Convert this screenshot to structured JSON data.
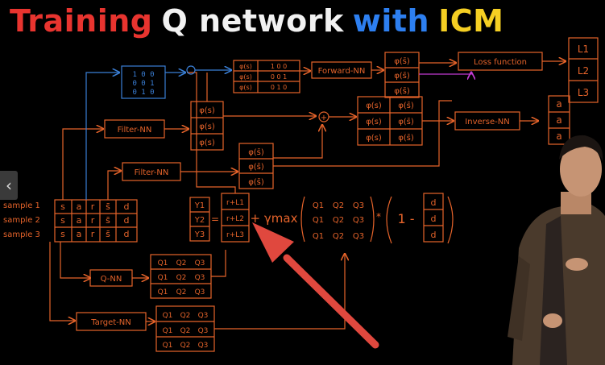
{
  "title": {
    "word1": "Training",
    "word2": "Q network",
    "word3": "with",
    "word4": "ICM"
  },
  "colors": {
    "ink": "#e5632a",
    "blue": "#3a7fd6",
    "arrow": "#e0483e",
    "magenta": "#c13bd1",
    "title_red": "#e8342f",
    "title_blue": "#2d7ff0",
    "title_yellow": "#f5cf23"
  },
  "samples": [
    "sample 1",
    "sample 2",
    "sample 3"
  ],
  "sample_table": {
    "col_s": [
      "s",
      "s",
      "s"
    ],
    "col_a": [
      "a",
      "a",
      "a"
    ],
    "col_r": [
      "r",
      "r",
      "r"
    ],
    "col_s2": [
      "s̄",
      "s̄",
      "s̄"
    ],
    "col_d": [
      "d",
      "d",
      "d"
    ]
  },
  "one_hot": {
    "rows": [
      "1 0 0",
      "0 0 1",
      "0 1 0"
    ]
  },
  "networks": {
    "filter_top": "Filter-NN",
    "filter_bottom": "Filter-NN",
    "forward": "Forward-NN",
    "inverse": "Inverse-NN",
    "q": "Q-NN",
    "target": "Target-NN"
  },
  "phi_s": [
    "φ(s)",
    "φ(s)",
    "φ(s)"
  ],
  "phi_s2": [
    "φ(s̄)",
    "φ(s̄)",
    "φ(s̄)"
  ],
  "forward_input": {
    "col_phi": [
      "φ(s)",
      "φ(s)",
      "φ(s)"
    ],
    "col_vals": [
      "1 0 0",
      "0 0 1",
      "0 1 0"
    ]
  },
  "forward_output": [
    "φ(s̄)",
    "φ(s̄)",
    "φ(s̄)"
  ],
  "concat": {
    "col_left": [
      "φ(s)",
      "φ(s)",
      "φ(s)"
    ],
    "col_right": [
      "φ(s̄)",
      "φ(s̄)",
      "φ(s̄)"
    ]
  },
  "loss_function": "Loss function",
  "losses": [
    "L1",
    "L2",
    "L3"
  ],
  "inverse_output": [
    "a",
    "a",
    "a"
  ],
  "plus_symbol": "+",
  "equation": {
    "y": [
      "Y1",
      "Y2",
      "Y3"
    ],
    "equals": "=",
    "r_plus_l": [
      "r+L1",
      "r+L2",
      "r+L3"
    ],
    "plus_gamma_max": "+ γmax",
    "q_matrix": [
      [
        "Q1",
        "Q2",
        "Q3"
      ],
      [
        "Q1",
        "Q2",
        "Q3"
      ],
      [
        "Q1",
        "Q2",
        "Q3"
      ]
    ],
    "times": "*",
    "one_minus": "1 -",
    "d": [
      "d",
      "d",
      "d"
    ]
  },
  "q_table": [
    [
      "Q1",
      "Q2",
      "Q3"
    ],
    [
      "Q1",
      "Q2",
      "Q3"
    ],
    [
      "Q1",
      "Q2",
      "Q3"
    ]
  ],
  "target_table": [
    [
      "Q1",
      "Q2",
      "Q3"
    ],
    [
      "Q1",
      "Q2",
      "Q3"
    ],
    [
      "Q1",
      "Q2",
      "Q3"
    ]
  ],
  "nav": {
    "prev_symbol": "‹"
  }
}
